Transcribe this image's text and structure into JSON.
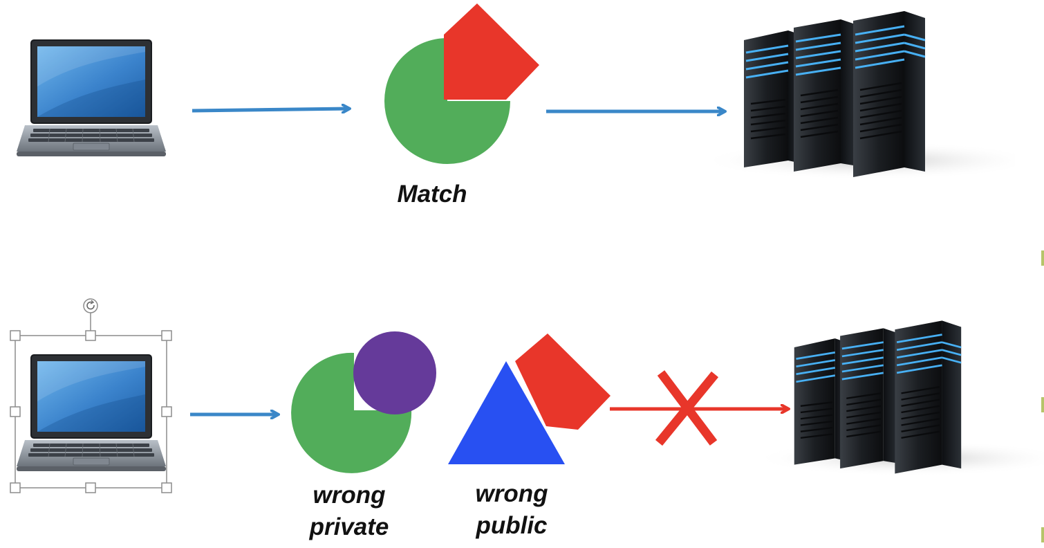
{
  "scenario_match": {
    "key_label": "Match"
  },
  "scenario_mismatch": {
    "private_key_label": "wrong\nprivate",
    "private_key_line1": "wrong",
    "private_key_line2": "private",
    "public_key_label": "wrong\npublic",
    "public_key_line1": "wrong",
    "public_key_line2": "public"
  },
  "colors": {
    "arrow_blue": "#3a87c8",
    "arrow_red": "#e8362a",
    "private_key_green": "#52ad5a",
    "public_key_red": "#e8362a",
    "wrong_private_purple": "#653a9a",
    "wrong_public_blue": "#2850f2",
    "server_glow": "#4ab8ff"
  },
  "icons": [
    "laptop-icon",
    "server-rack-icon",
    "rotate-handle-icon",
    "x-mark-icon"
  ]
}
